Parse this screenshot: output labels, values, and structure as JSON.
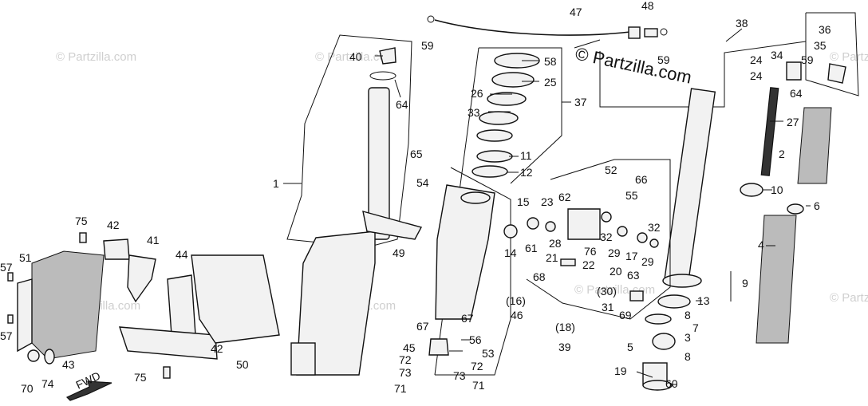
{
  "watermark": "© Partzilla.com",
  "brand_label": "© Partzilla.com",
  "fwd_label": "FWD",
  "callouts": [
    "1",
    "2",
    "3",
    "4",
    "5",
    "6",
    "7",
    "8",
    "8",
    "9",
    "10",
    "11",
    "12",
    "13",
    "14",
    "15",
    "(16)",
    "46",
    "17",
    "(18)",
    "39",
    "19",
    "20",
    "21",
    "22",
    "23",
    "24",
    "24",
    "25",
    "26",
    "27",
    "28",
    "29",
    "29",
    "(30)",
    "31",
    "32",
    "32",
    "33",
    "34",
    "35",
    "36",
    "37",
    "38",
    "40",
    "41",
    "42",
    "42",
    "43",
    "44",
    "45",
    "47",
    "48",
    "49",
    "50",
    "51",
    "52",
    "53",
    "54",
    "55",
    "56",
    "57",
    "57",
    "58",
    "59",
    "59",
    "59",
    "60",
    "61",
    "62",
    "63",
    "64",
    "64",
    "65",
    "66",
    "67",
    "67",
    "68",
    "69",
    "70",
    "71",
    "71",
    "72",
    "72",
    "73",
    "73",
    "74",
    "75",
    "75",
    "76"
  ]
}
